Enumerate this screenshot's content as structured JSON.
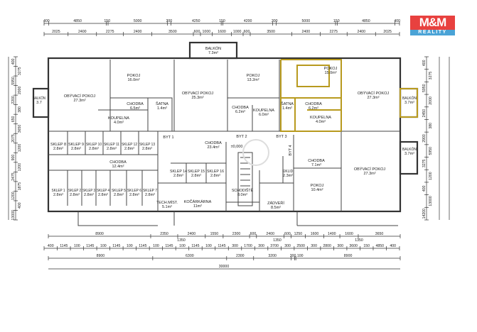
{
  "logo": {
    "brand": "M&M",
    "sub": "REALITY",
    "colors": {
      "red": "#e8413f",
      "blue": "#4aa3d6"
    }
  },
  "highlight_color": "#b89a1e",
  "level": "±0,000",
  "units": [
    "BYT 1",
    "BYT 2",
    "BYT 3",
    "BYT 4"
  ],
  "rooms": [
    {
      "name": "OBÝVACÍ POKOJ",
      "area": "27.3m²"
    },
    {
      "name": "POKOJ",
      "area": "16.0m²"
    },
    {
      "name": "CHODBA",
      "area": "6.5m²"
    },
    {
      "name": "ŠATNA",
      "area": "1.4m²"
    },
    {
      "name": "KOUPELNA",
      "area": "4.0m²"
    },
    {
      "name": "OBÝVACÍ POKOJ",
      "area": "25.3m²"
    },
    {
      "name": "POKOJ",
      "area": "13.2m²"
    },
    {
      "name": "CHODBA",
      "area": "6.2m²"
    },
    {
      "name": "KOUPELNA",
      "area": "6.0m²"
    },
    {
      "name": "POKOJ",
      "area": "15.0m²"
    },
    {
      "name": "OBÝVACÍ POKOJ",
      "area": "27.3m²"
    },
    {
      "name": "ŠATNA",
      "area": "1.4m²"
    },
    {
      "name": "CHODBA",
      "area": "6.2m²"
    },
    {
      "name": "KOUPELNA",
      "area": "4.0m²"
    },
    {
      "name": "BALKÓN",
      "area": "3.7"
    },
    {
      "name": "BALKÓN",
      "area": "7.3m²"
    },
    {
      "name": "BALKÓN",
      "area": "3.7m²"
    },
    {
      "name": "BALKÓN",
      "area": "3.7m²"
    },
    {
      "name": "CHODBA",
      "area": "23.4m²"
    },
    {
      "name": "SKLEP 8",
      "area": "2.8m²"
    },
    {
      "name": "SKLEP 9",
      "area": "2.8m²"
    },
    {
      "name": "SKLEP 10",
      "area": "2.8m²"
    },
    {
      "name": "SKLEP 11",
      "area": "2.8m²"
    },
    {
      "name": "SKLEP 12",
      "area": "2.8m²"
    },
    {
      "name": "SKLEP 13",
      "area": "2.8m²"
    },
    {
      "name": "CHODBA",
      "area": "12.4m²"
    },
    {
      "name": "SKLEP 1",
      "area": "2.8m²"
    },
    {
      "name": "SKLEP 2",
      "area": "2.8m²"
    },
    {
      "name": "SKLEP 3",
      "area": "2.8m²"
    },
    {
      "name": "SKLEP 4",
      "area": "2.8m²"
    },
    {
      "name": "SKLEP 5",
      "area": "2.8m²"
    },
    {
      "name": "SKLEP 6",
      "area": "2.8m²"
    },
    {
      "name": "SKLEP 7",
      "area": "2.8m²"
    },
    {
      "name": "SKLEP 14",
      "area": "2.8m²"
    },
    {
      "name": "SKLEP 15",
      "area": "2.8m²"
    },
    {
      "name": "SKLEP 16",
      "area": "2.8m²"
    },
    {
      "name": "TECH.MÍST.",
      "area": "5.1m²"
    },
    {
      "name": "KOČÁRKÁRNA",
      "area": "11m²"
    },
    {
      "name": "SCHODIŠTĚ",
      "area": "8.0m²"
    },
    {
      "name": "ÚKLID",
      "area": "2.3m²"
    },
    {
      "name": "CHODBA",
      "area": "7.1m²"
    },
    {
      "name": "POKOJ",
      "area": "10.4m²"
    },
    {
      "name": "OBÝVACÍ POKOJ",
      "area": "27.3m²"
    },
    {
      "name": "ZÁDVEŘÍ",
      "area": "8.5m²"
    }
  ],
  "dimensions": {
    "top1": [
      "400",
      "4850",
      "150",
      "5000",
      "300",
      "4250",
      "150",
      "4200",
      "300",
      "5000",
      "150",
      "4850",
      "400"
    ],
    "top2": [
      "2025",
      "2400",
      "2275",
      "2400",
      "3500",
      "600",
      "1000",
      "1600",
      "1000",
      "600",
      "3500",
      "2400",
      "2275",
      "2400",
      "2025"
    ],
    "bottom1": [
      "8900",
      "2350",
      "2400",
      "1550",
      "2300",
      "600",
      "2400",
      "600",
      "1250",
      "1600",
      "1400",
      "1600",
      "3650"
    ],
    "bottom1_sub": [
      "1350",
      "1350",
      "1350"
    ],
    "bottom2": [
      "400",
      "1145",
      "100",
      "1145",
      "100",
      "1145",
      "100",
      "1145",
      "100",
      "1145",
      "100",
      "1145",
      "100",
      "1145",
      "300",
      "1700",
      "300",
      "3700",
      "300",
      "2500",
      "300",
      "2800",
      "300",
      "3600",
      "150",
      "4850",
      "400"
    ],
    "bottom3": [
      "8900",
      "6300",
      "2300",
      "3200",
      "300",
      "100",
      "8900"
    ],
    "total": "30000",
    "left": [
      "400",
      "3275",
      "5950",
      "2000",
      "2200",
      "380",
      "650",
      "3650",
      "2075",
      "1200",
      "900",
      "1200",
      "2475",
      "1875",
      "1200",
      "400",
      "13000"
    ],
    "right": [
      "400",
      "3275",
      "5950",
      "2000",
      "2450",
      "380",
      "2900",
      "5950",
      "3275",
      "1200",
      "400",
      "13000",
      "14200"
    ]
  }
}
